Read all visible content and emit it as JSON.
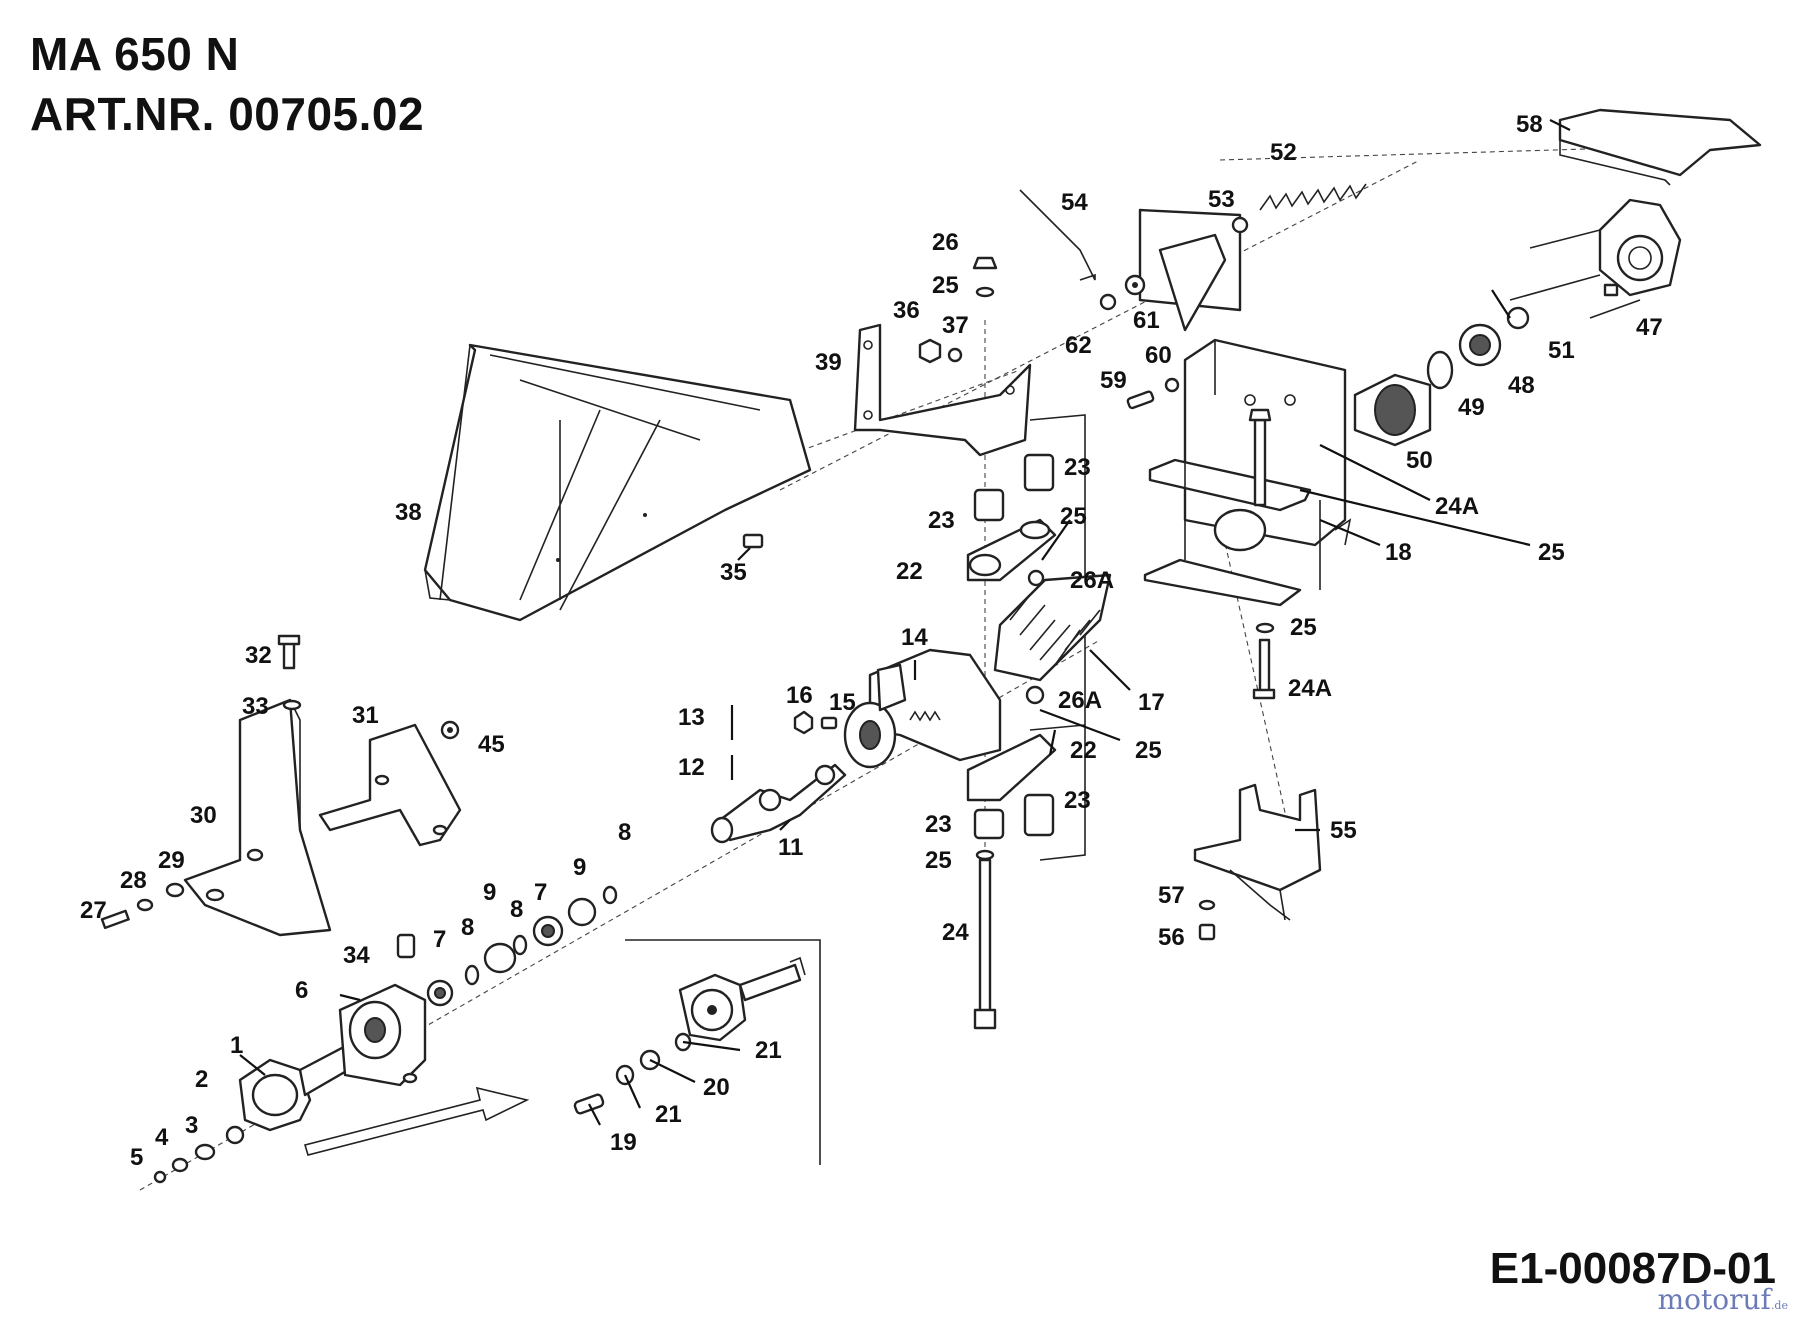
{
  "header": {
    "model": "MA 650 N",
    "article_number": "ART.NR. 00705.02"
  },
  "footer": {
    "diagram_code": "E1-00087D-01",
    "watermark_main": "motoruf",
    "watermark_tld": ".de"
  },
  "parts": [
    {
      "id": "p1",
      "label": "1"
    },
    {
      "id": "p2",
      "label": "2"
    },
    {
      "id": "p3",
      "label": "3"
    },
    {
      "id": "p4",
      "label": "4"
    },
    {
      "id": "p5",
      "label": "5"
    },
    {
      "id": "p6",
      "label": "6"
    },
    {
      "id": "p7a",
      "label": "7"
    },
    {
      "id": "p7b",
      "label": "7"
    },
    {
      "id": "p8a",
      "label": "8"
    },
    {
      "id": "p8b",
      "label": "8"
    },
    {
      "id": "p8c",
      "label": "8"
    },
    {
      "id": "p9a",
      "label": "9"
    },
    {
      "id": "p9b",
      "label": "9"
    },
    {
      "id": "p11",
      "label": "11"
    },
    {
      "id": "p12",
      "label": "12"
    },
    {
      "id": "p13",
      "label": "13"
    },
    {
      "id": "p14",
      "label": "14"
    },
    {
      "id": "p15",
      "label": "15"
    },
    {
      "id": "p16",
      "label": "16"
    },
    {
      "id": "p17",
      "label": "17"
    },
    {
      "id": "p18",
      "label": "18"
    },
    {
      "id": "p19",
      "label": "19"
    },
    {
      "id": "p20",
      "label": "20"
    },
    {
      "id": "p21a",
      "label": "21"
    },
    {
      "id": "p21b",
      "label": "21"
    },
    {
      "id": "p22a",
      "label": "22"
    },
    {
      "id": "p22b",
      "label": "22"
    },
    {
      "id": "p23a",
      "label": "23"
    },
    {
      "id": "p23b",
      "label": "23"
    },
    {
      "id": "p23c",
      "label": "23"
    },
    {
      "id": "p23d",
      "label": "23"
    },
    {
      "id": "p24",
      "label": "24"
    },
    {
      "id": "p24Aa",
      "label": "24A"
    },
    {
      "id": "p24Ab",
      "label": "24A"
    },
    {
      "id": "p25a",
      "label": "25"
    },
    {
      "id": "p25b",
      "label": "25"
    },
    {
      "id": "p25c",
      "label": "25"
    },
    {
      "id": "p25d",
      "label": "25"
    },
    {
      "id": "p25e",
      "label": "25"
    },
    {
      "id": "p25f",
      "label": "25"
    },
    {
      "id": "p26",
      "label": "26"
    },
    {
      "id": "p26Aa",
      "label": "26A"
    },
    {
      "id": "p26Ab",
      "label": "26A"
    },
    {
      "id": "p27",
      "label": "27"
    },
    {
      "id": "p28",
      "label": "28"
    },
    {
      "id": "p29",
      "label": "29"
    },
    {
      "id": "p30",
      "label": "30"
    },
    {
      "id": "p31",
      "label": "31"
    },
    {
      "id": "p32",
      "label": "32"
    },
    {
      "id": "p33",
      "label": "33"
    },
    {
      "id": "p34",
      "label": "34"
    },
    {
      "id": "p35",
      "label": "35"
    },
    {
      "id": "p36",
      "label": "36"
    },
    {
      "id": "p37",
      "label": "37"
    },
    {
      "id": "p38",
      "label": "38"
    },
    {
      "id": "p39",
      "label": "39"
    },
    {
      "id": "p45",
      "label": "45"
    },
    {
      "id": "p47",
      "label": "47"
    },
    {
      "id": "p48",
      "label": "48"
    },
    {
      "id": "p49",
      "label": "49"
    },
    {
      "id": "p50",
      "label": "50"
    },
    {
      "id": "p51",
      "label": "51"
    },
    {
      "id": "p52",
      "label": "52"
    },
    {
      "id": "p53",
      "label": "53"
    },
    {
      "id": "p54",
      "label": "54"
    },
    {
      "id": "p55",
      "label": "55"
    },
    {
      "id": "p56",
      "label": "56"
    },
    {
      "id": "p57",
      "label": "57"
    },
    {
      "id": "p58",
      "label": "58"
    },
    {
      "id": "p59",
      "label": "59"
    },
    {
      "id": "p60",
      "label": "60"
    },
    {
      "id": "p61",
      "label": "61"
    },
    {
      "id": "p62",
      "label": "62"
    }
  ]
}
